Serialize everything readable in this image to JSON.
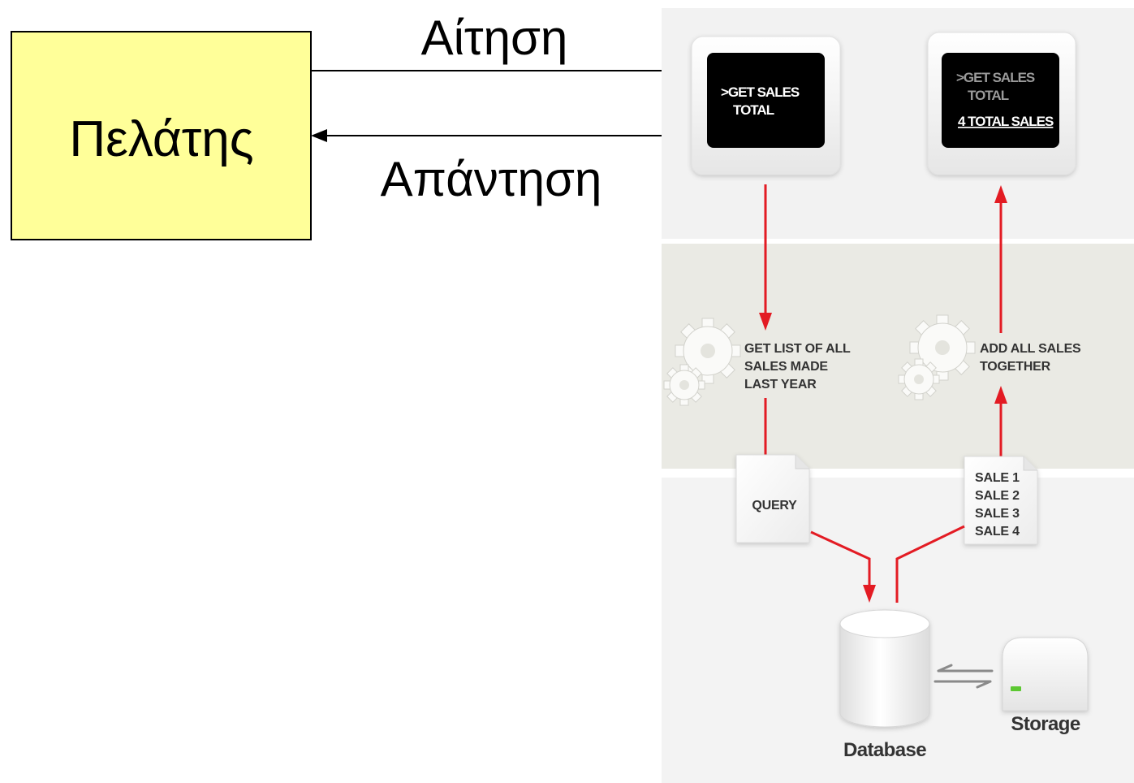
{
  "client": {
    "label": "Πελάτης"
  },
  "request": {
    "label": "Αίτηση"
  },
  "response": {
    "label": "Απάντηση"
  },
  "architecture": {
    "client_screen_request": {
      "line1": ">GET SALES",
      "line2": "TOTAL"
    },
    "client_screen_result": {
      "line1": ">GET SALES",
      "line2": "TOTAL",
      "result": "4 TOTAL SALES"
    },
    "logic_request": {
      "line1": "GET LIST OF ALL",
      "line2": "SALES MADE",
      "line3": "LAST YEAR"
    },
    "logic_response": {
      "line1": "ADD ALL SALES",
      "line2": "TOGETHER"
    },
    "query_document": {
      "label": "QUERY"
    },
    "sales_document": {
      "lines": [
        "SALE 1",
        "SALE 2",
        "SALE 3",
        "SALE 4"
      ]
    },
    "database": {
      "label": "Database"
    },
    "storage": {
      "label": "Storage"
    }
  },
  "colors": {
    "client_fill": "#FFFF99",
    "arrow_black": "#000000",
    "arrow_red": "#E31B23",
    "arrow_gray": "#8A8A8A",
    "screen": "#000000",
    "screen_text": "#FFFFFF",
    "screen_text_dim": "#9A9A9A",
    "led_green": "#5CC830"
  }
}
